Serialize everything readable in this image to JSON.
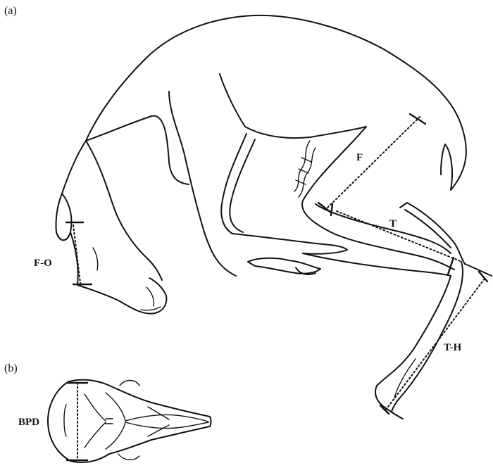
{
  "panels": {
    "a": "(a)",
    "b": "(b)"
  },
  "measurements": {
    "femur": "F",
    "tibia": "T",
    "tarsus_hind": "T-H",
    "face_occiput": "F-O",
    "biparietal": "BPD"
  }
}
